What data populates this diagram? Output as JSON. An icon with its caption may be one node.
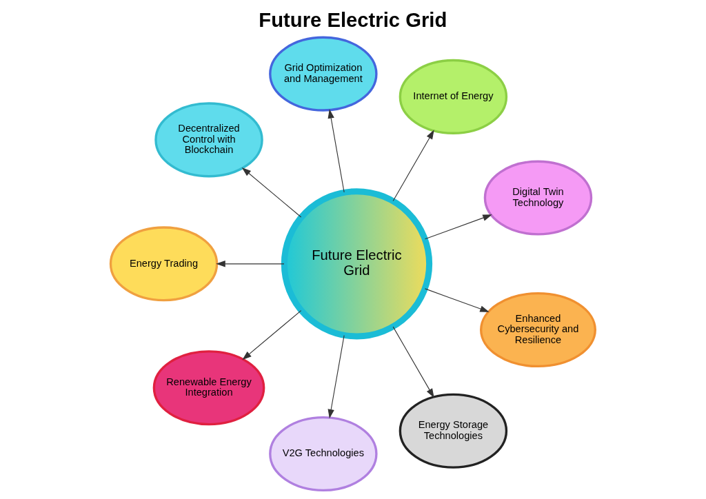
{
  "diagram": {
    "title": "Future Electric Grid",
    "nodes": [
      {
        "text": [
          "Future Electric Grid"
        ]
      },
      {
        "text": [
          "Digital Twin Technology"
        ]
      },
      {
        "text": [
          "Internet of Energy"
        ]
      },
      {
        "text": [
          "Grid Optimization and Management"
        ]
      },
      {
        "text": [
          "Decentralized Control with Blockchain"
        ]
      },
      {
        "text": [
          "Energy Trading"
        ]
      },
      {
        "text": [
          "Renewable Energy Integration"
        ]
      },
      {
        "text": [
          "V2G Technologies"
        ]
      },
      {
        "text": [
          "Energy Storage Technologies"
        ]
      },
      {
        "text": [
          "Enhanced Cybersecurity and Resilience"
        ]
      }
    ],
    "edges": [
      {
        "from": 0,
        "to": 1,
        "arrow": "to"
      },
      {
        "from": 0,
        "to": 2,
        "arrow": "to"
      },
      {
        "from": 0,
        "to": 4,
        "arrow": "to"
      },
      {
        "from": 0,
        "to": 6,
        "arrow": "to"
      },
      {
        "from": 0,
        "to": 8,
        "arrow": "to"
      },
      {
        "from": 0,
        "to": 9,
        "arrow": "to"
      },
      {
        "from": 0,
        "to": 7,
        "arrow": "to"
      },
      {
        "from": 0,
        "to": 5,
        "arrow": "to"
      },
      {
        "from": 0,
        "to": 3,
        "arrow": "to"
      }
    ]
  }
}
